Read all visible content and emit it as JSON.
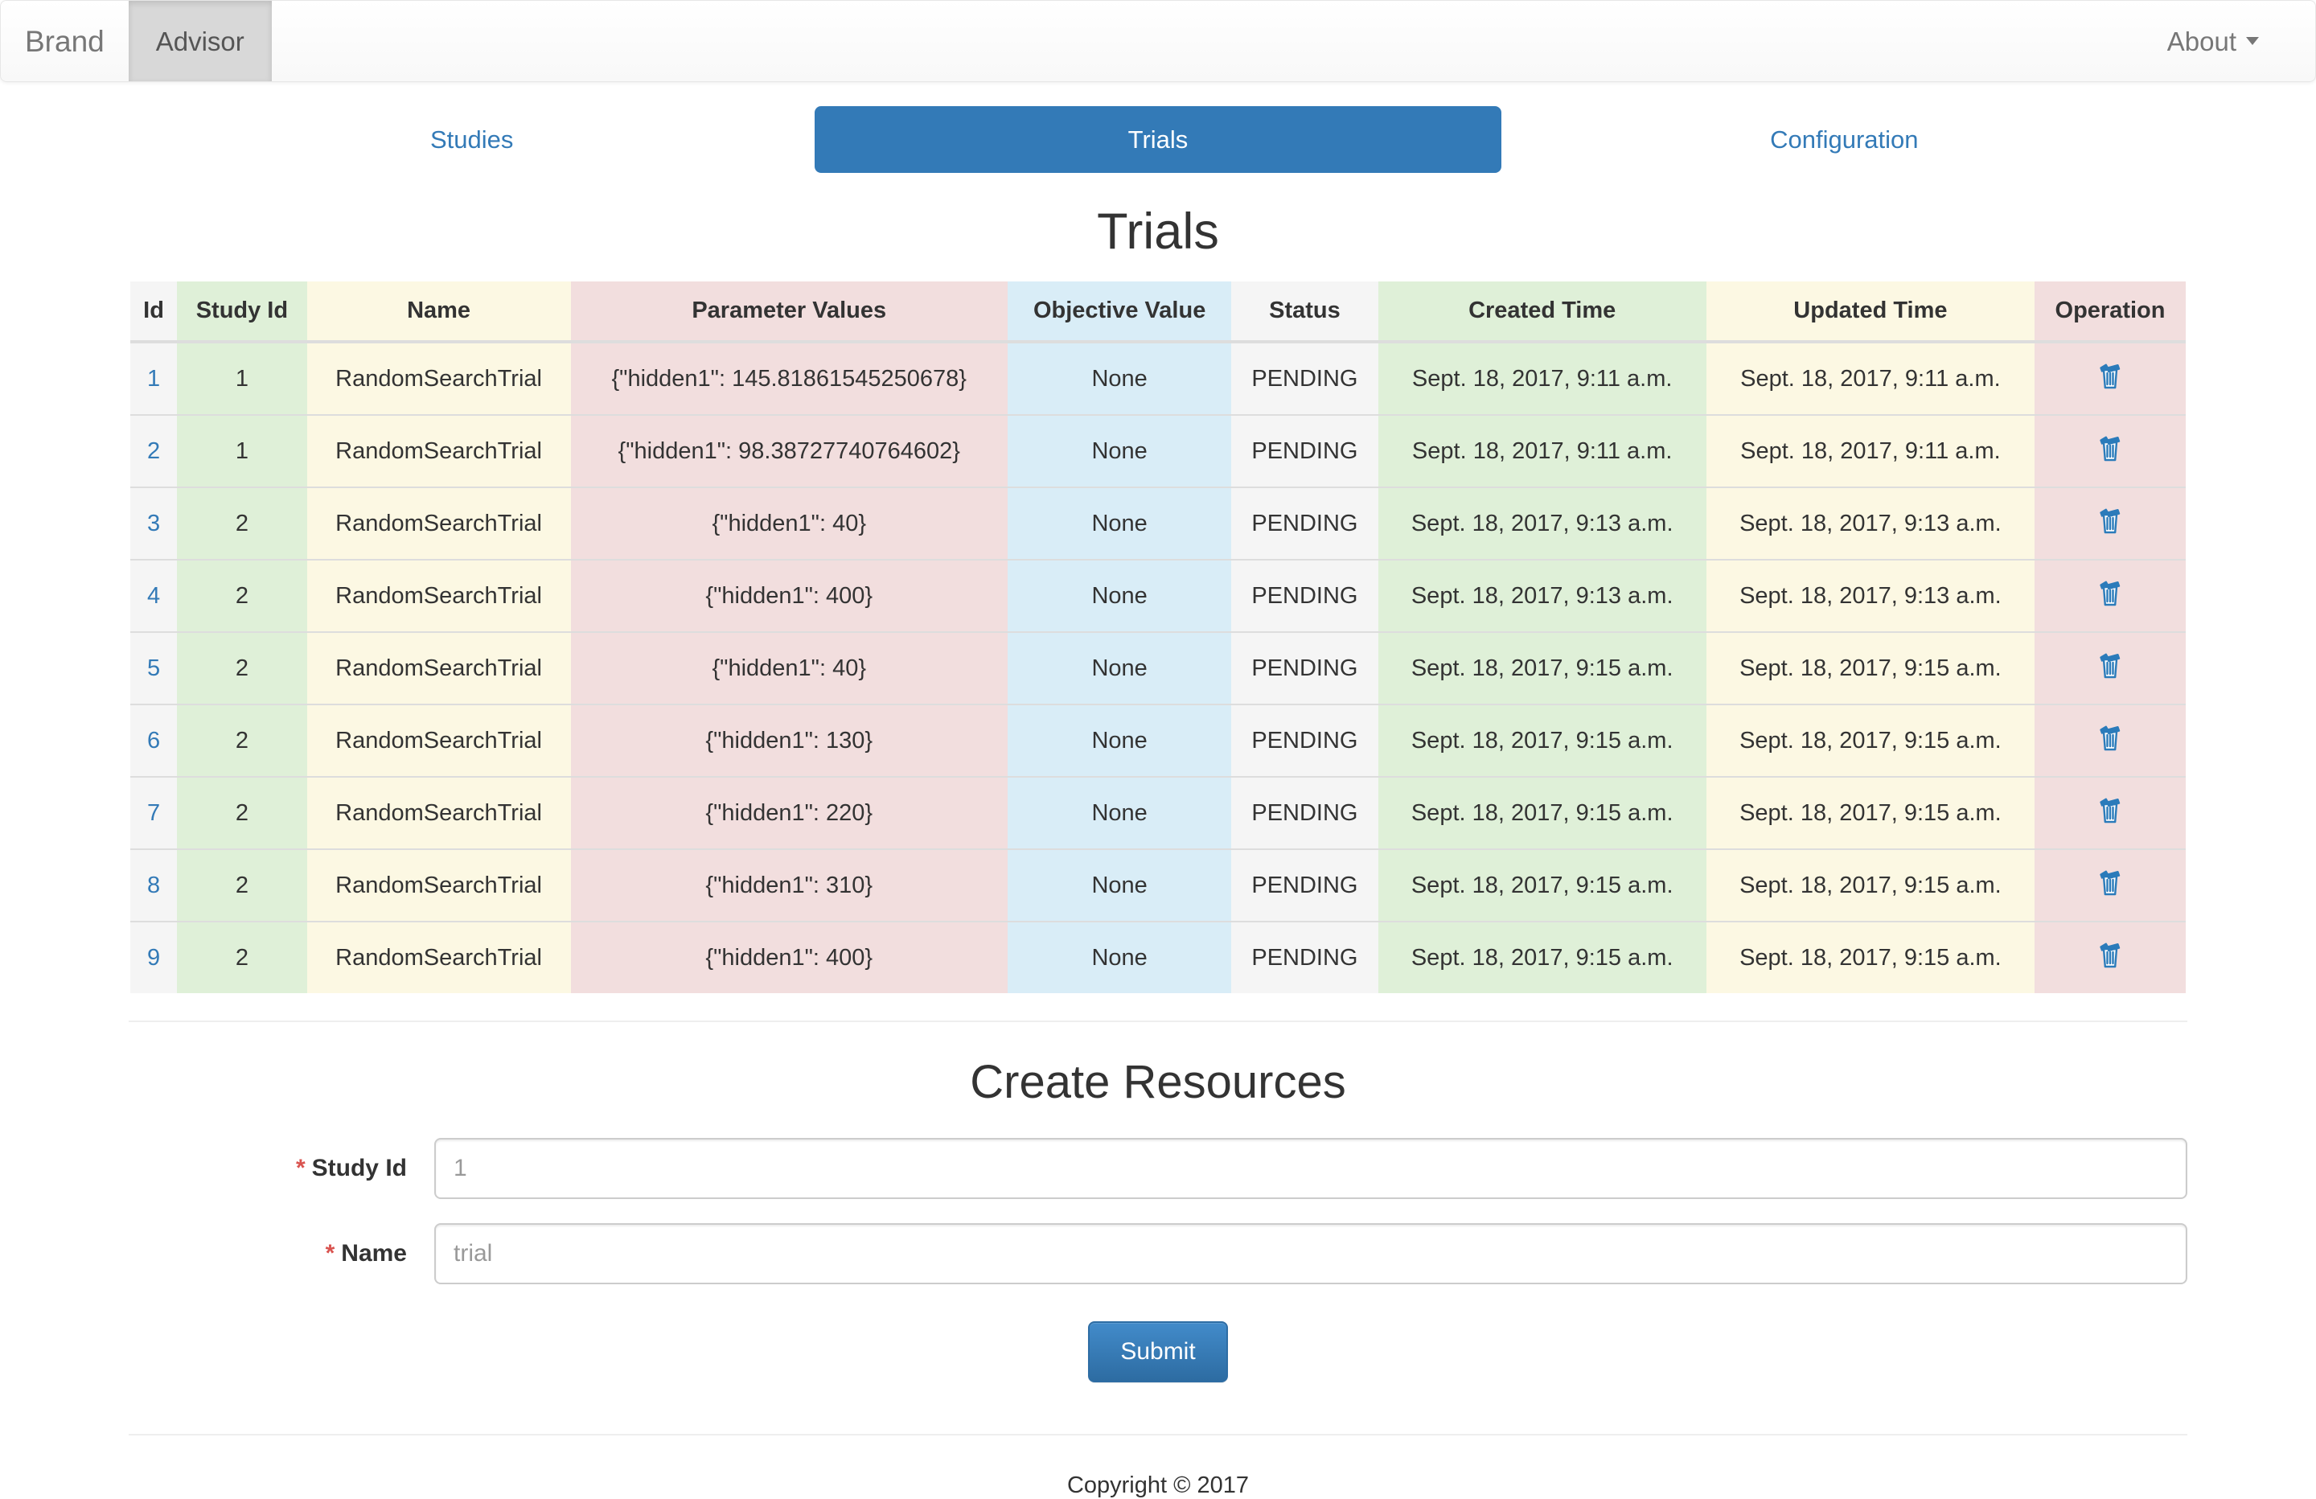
{
  "navbar": {
    "brand": "Brand",
    "advisor": "Advisor",
    "about": "About",
    "caret_icon": "caret-down-icon"
  },
  "tabs": [
    {
      "label": "Studies",
      "active": false
    },
    {
      "label": "Trials",
      "active": true
    },
    {
      "label": "Configuration",
      "active": false
    }
  ],
  "page": {
    "title": "Trials"
  },
  "table": {
    "columns": [
      "Id",
      "Study Id",
      "Name",
      "Parameter Values",
      "Objective Value",
      "Status",
      "Created Time",
      "Updated Time",
      "Operation"
    ],
    "delete_icon": "trash-icon",
    "rows": [
      {
        "id": "1",
        "study_id": "1",
        "name": "RandomSearchTrial",
        "parameter_values": "{\"hidden1\": 145.81861545250678}",
        "objective_value": "None",
        "status": "PENDING",
        "created_time": "Sept. 18, 2017, 9:11 a.m.",
        "updated_time": "Sept. 18, 2017, 9:11 a.m."
      },
      {
        "id": "2",
        "study_id": "1",
        "name": "RandomSearchTrial",
        "parameter_values": "{\"hidden1\": 98.38727740764602}",
        "objective_value": "None",
        "status": "PENDING",
        "created_time": "Sept. 18, 2017, 9:11 a.m.",
        "updated_time": "Sept. 18, 2017, 9:11 a.m."
      },
      {
        "id": "3",
        "study_id": "2",
        "name": "RandomSearchTrial",
        "parameter_values": "{\"hidden1\": 40}",
        "objective_value": "None",
        "status": "PENDING",
        "created_time": "Sept. 18, 2017, 9:13 a.m.",
        "updated_time": "Sept. 18, 2017, 9:13 a.m."
      },
      {
        "id": "4",
        "study_id": "2",
        "name": "RandomSearchTrial",
        "parameter_values": "{\"hidden1\": 400}",
        "objective_value": "None",
        "status": "PENDING",
        "created_time": "Sept. 18, 2017, 9:13 a.m.",
        "updated_time": "Sept. 18, 2017, 9:13 a.m."
      },
      {
        "id": "5",
        "study_id": "2",
        "name": "RandomSearchTrial",
        "parameter_values": "{\"hidden1\": 40}",
        "objective_value": "None",
        "status": "PENDING",
        "created_time": "Sept. 18, 2017, 9:15 a.m.",
        "updated_time": "Sept. 18, 2017, 9:15 a.m."
      },
      {
        "id": "6",
        "study_id": "2",
        "name": "RandomSearchTrial",
        "parameter_values": "{\"hidden1\": 130}",
        "objective_value": "None",
        "status": "PENDING",
        "created_time": "Sept. 18, 2017, 9:15 a.m.",
        "updated_time": "Sept. 18, 2017, 9:15 a.m."
      },
      {
        "id": "7",
        "study_id": "2",
        "name": "RandomSearchTrial",
        "parameter_values": "{\"hidden1\": 220}",
        "objective_value": "None",
        "status": "PENDING",
        "created_time": "Sept. 18, 2017, 9:15 a.m.",
        "updated_time": "Sept. 18, 2017, 9:15 a.m."
      },
      {
        "id": "8",
        "study_id": "2",
        "name": "RandomSearchTrial",
        "parameter_values": "{\"hidden1\": 310}",
        "objective_value": "None",
        "status": "PENDING",
        "created_time": "Sept. 18, 2017, 9:15 a.m.",
        "updated_time": "Sept. 18, 2017, 9:15 a.m."
      },
      {
        "id": "9",
        "study_id": "2",
        "name": "RandomSearchTrial",
        "parameter_values": "{\"hidden1\": 400}",
        "objective_value": "None",
        "status": "PENDING",
        "created_time": "Sept. 18, 2017, 9:15 a.m.",
        "updated_time": "Sept. 18, 2017, 9:15 a.m."
      }
    ]
  },
  "form": {
    "title": "Create Resources",
    "required_mark": "*",
    "study_id_label": "Study Id",
    "study_id_value": "",
    "study_id_placeholder": "1",
    "name_label": "Name",
    "name_value": "",
    "name_placeholder": "trial",
    "submit_label": "Submit"
  },
  "footer": {
    "copyright": "Copyright © 2017"
  },
  "colors": {
    "accent": "#337ab7",
    "tint_green": "#dff0d8",
    "tint_yellow": "#fcf8e3",
    "tint_pink": "#f2dede",
    "tint_blue": "#d9edf7",
    "tint_gray": "#f5f5f5",
    "required_red": "#d9534f"
  }
}
